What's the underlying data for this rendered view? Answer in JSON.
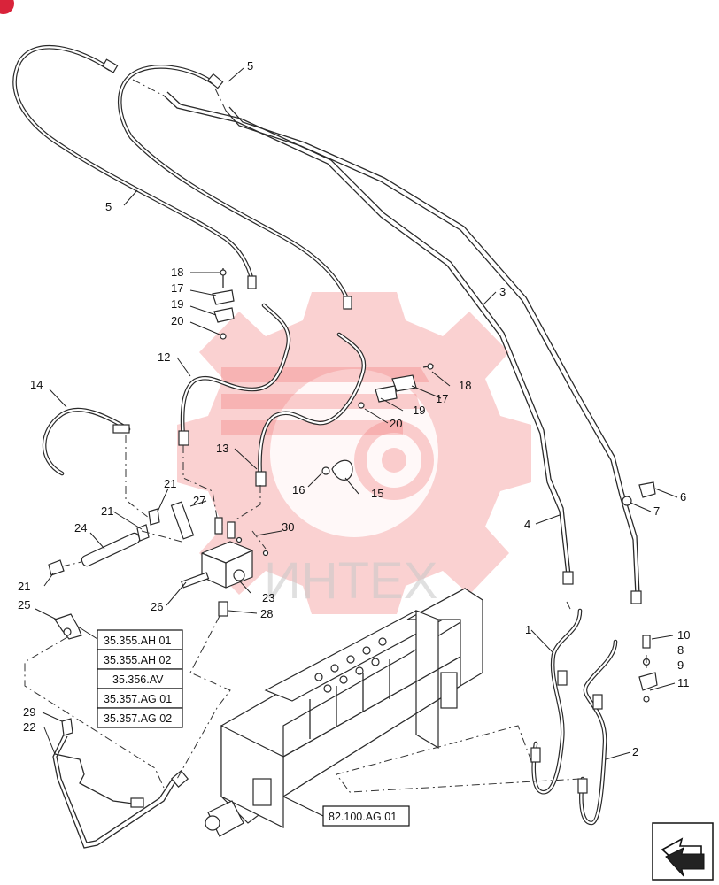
{
  "watermark": {
    "text": "ИНТЕХ"
  },
  "callouts": {
    "c1": "1",
    "c2": "2",
    "c3": "3",
    "c4": "4",
    "c5a": "5",
    "c5b": "5",
    "c6": "6",
    "c7": "7",
    "c8": "8",
    "c9": "9",
    "c10": "10",
    "c11": "11",
    "c12": "12",
    "c13": "13",
    "c14": "14",
    "c15": "15",
    "c16": "16",
    "c17a": "17",
    "c17b": "17",
    "c18a": "18",
    "c18b": "18",
    "c19a": "19",
    "c19b": "19",
    "c20a": "20",
    "c20b": "20",
    "c21a": "21",
    "c21b": "21",
    "c21c": "21",
    "c22": "22",
    "c23": "23",
    "c24": "24",
    "c25": "25",
    "c26": "26",
    "c27": "27",
    "c28": "28",
    "c29": "29",
    "c30": "30"
  },
  "references": [
    "35.355.AH 01",
    "35.355.AH 02",
    "35.356.AV",
    "35.357.AG 01",
    "35.357.AG 02"
  ],
  "frame_reference": "82.100.AG 01"
}
